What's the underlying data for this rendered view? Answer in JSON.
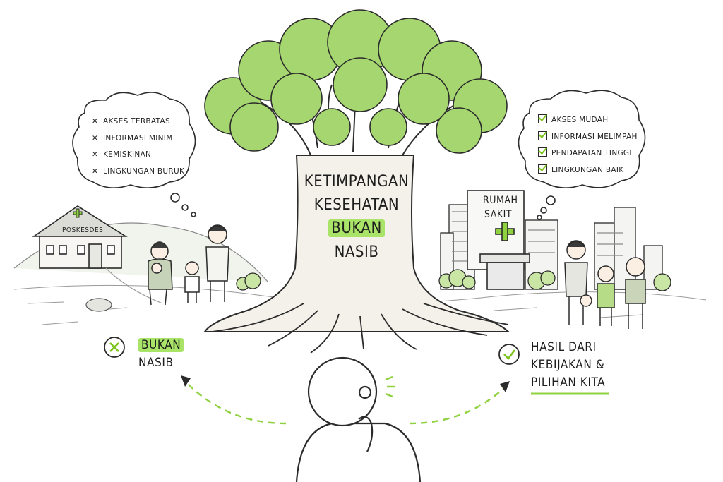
{
  "center": {
    "line1": "KETIMPANGAN",
    "line2": "KESEHATAN",
    "line3": "BUKAN",
    "line4": "NASIB"
  },
  "left_bubble": {
    "items": [
      "AKSES TERBATAS",
      "INFORMASI MINIM",
      "KEMISKINAN",
      "LINGKUNGAN BURUK"
    ],
    "mark": "✕"
  },
  "right_bubble": {
    "items": [
      "AKSES MUDAH",
      "INFORMASI MELIMPAH",
      "PENDAPATAN TINGGI",
      "LINGKUNGAN BAIK"
    ]
  },
  "left_building": {
    "sign": "POSKESDES"
  },
  "right_building": {
    "sign_line1": "RUMAH",
    "sign_line2": "SAKIT"
  },
  "left_caption": {
    "line1": "BUKAN",
    "line2": "NASIB"
  },
  "right_caption": {
    "line1": "HASIL DARI",
    "line2": "KEBIJAKAN &",
    "line3": "PILIHAN KITA"
  },
  "colors": {
    "accent_green": "#8fd13f",
    "foliage": "#a5d66f",
    "ink": "#222222"
  },
  "icons": {
    "left_caption_icon": "x-circle-icon",
    "right_caption_icon": "check-circle-icon"
  }
}
